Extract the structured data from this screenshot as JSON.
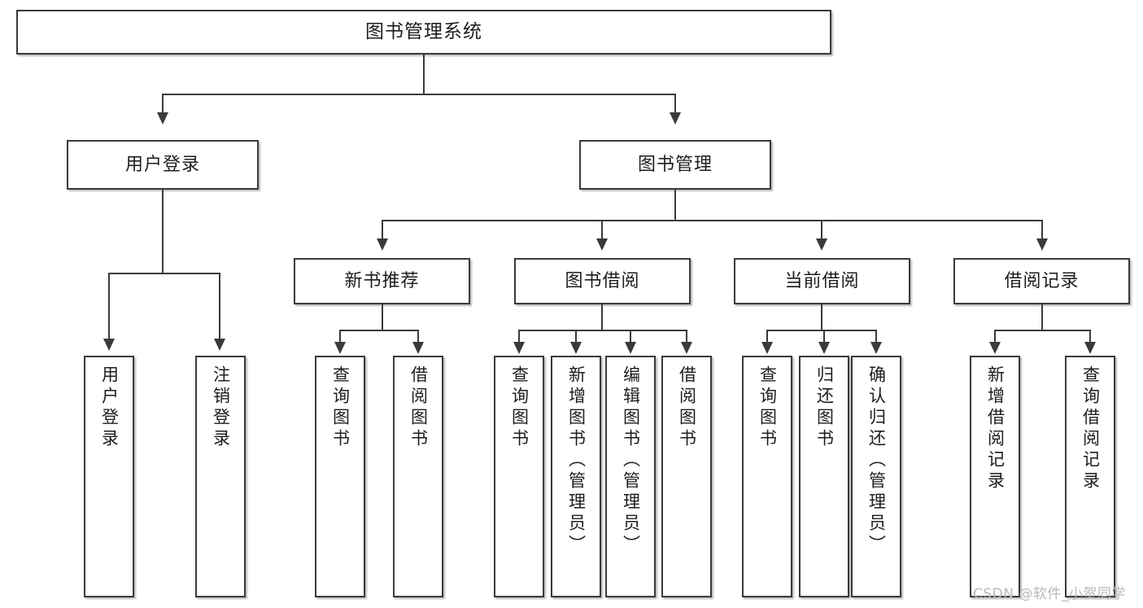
{
  "diagram": {
    "title": "图书管理系统",
    "type": "tree",
    "background_color": "#ffffff",
    "line_color": "#3a3a3a",
    "text_color": "#1d1d1d",
    "root": {
      "label": "图书管理系统"
    },
    "level1": [
      {
        "label": "用户登录"
      },
      {
        "label": "图书管理"
      }
    ],
    "level2": [
      {
        "label": "新书推荐"
      },
      {
        "label": "图书借阅"
      },
      {
        "label": "当前借阅"
      },
      {
        "label": "借阅记录"
      }
    ],
    "leaves": {
      "user_login": [
        {
          "label": "用户登录"
        },
        {
          "label": "注销登录"
        }
      ],
      "new_book": [
        {
          "label": "查询图书"
        },
        {
          "label": "借阅图书"
        }
      ],
      "book_borrow": [
        {
          "label": "查询图书"
        },
        {
          "label": "新增图书（管理员）"
        },
        {
          "label": "编辑图书（管理员）"
        },
        {
          "label": "借阅图书"
        }
      ],
      "current_borrow": [
        {
          "label": "查询图书"
        },
        {
          "label": "归还图书"
        },
        {
          "label": "确认归还（管理员）"
        }
      ],
      "borrow_record": [
        {
          "label": "新增借阅记录"
        },
        {
          "label": "查询借阅记录"
        }
      ]
    }
  },
  "watermark": {
    "text": "CSDN @软件_小贺同学"
  }
}
